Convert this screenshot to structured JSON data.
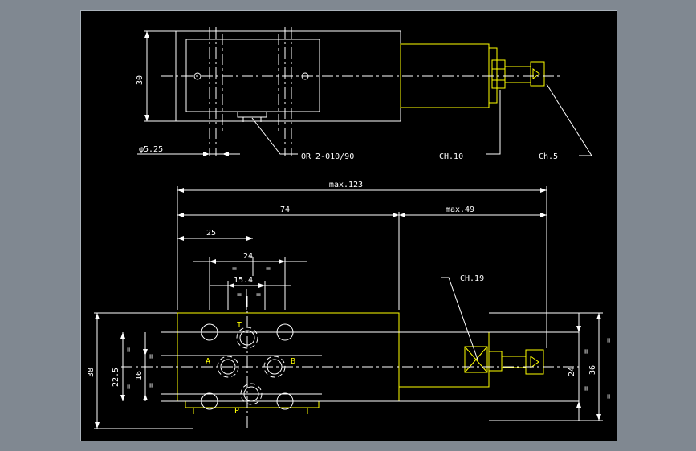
{
  "colors": {
    "background_outer": "#808891",
    "canvas": "#000000",
    "line_white": "#ffffff",
    "line_yellow": "#ffff00"
  },
  "top_view": {
    "dim_height": "30",
    "dim_hole": "φ5.25",
    "label_oring": "OR 2-010/90",
    "label_ch10": "CH.10",
    "label_ch5": "Ch.5"
  },
  "dims": {
    "max123": "max.123",
    "d74": "74",
    "max49": "max.49",
    "d25": "25",
    "d24_top": "24",
    "d15_4": "15.4",
    "eq": "=",
    "ch19": "CH.19",
    "d38": "38",
    "d22_5": "22.5",
    "d16": "16",
    "d24_right": "24",
    "d36": "36"
  },
  "ports": {
    "T": "T",
    "A": "A",
    "B": "B",
    "P": "P"
  }
}
